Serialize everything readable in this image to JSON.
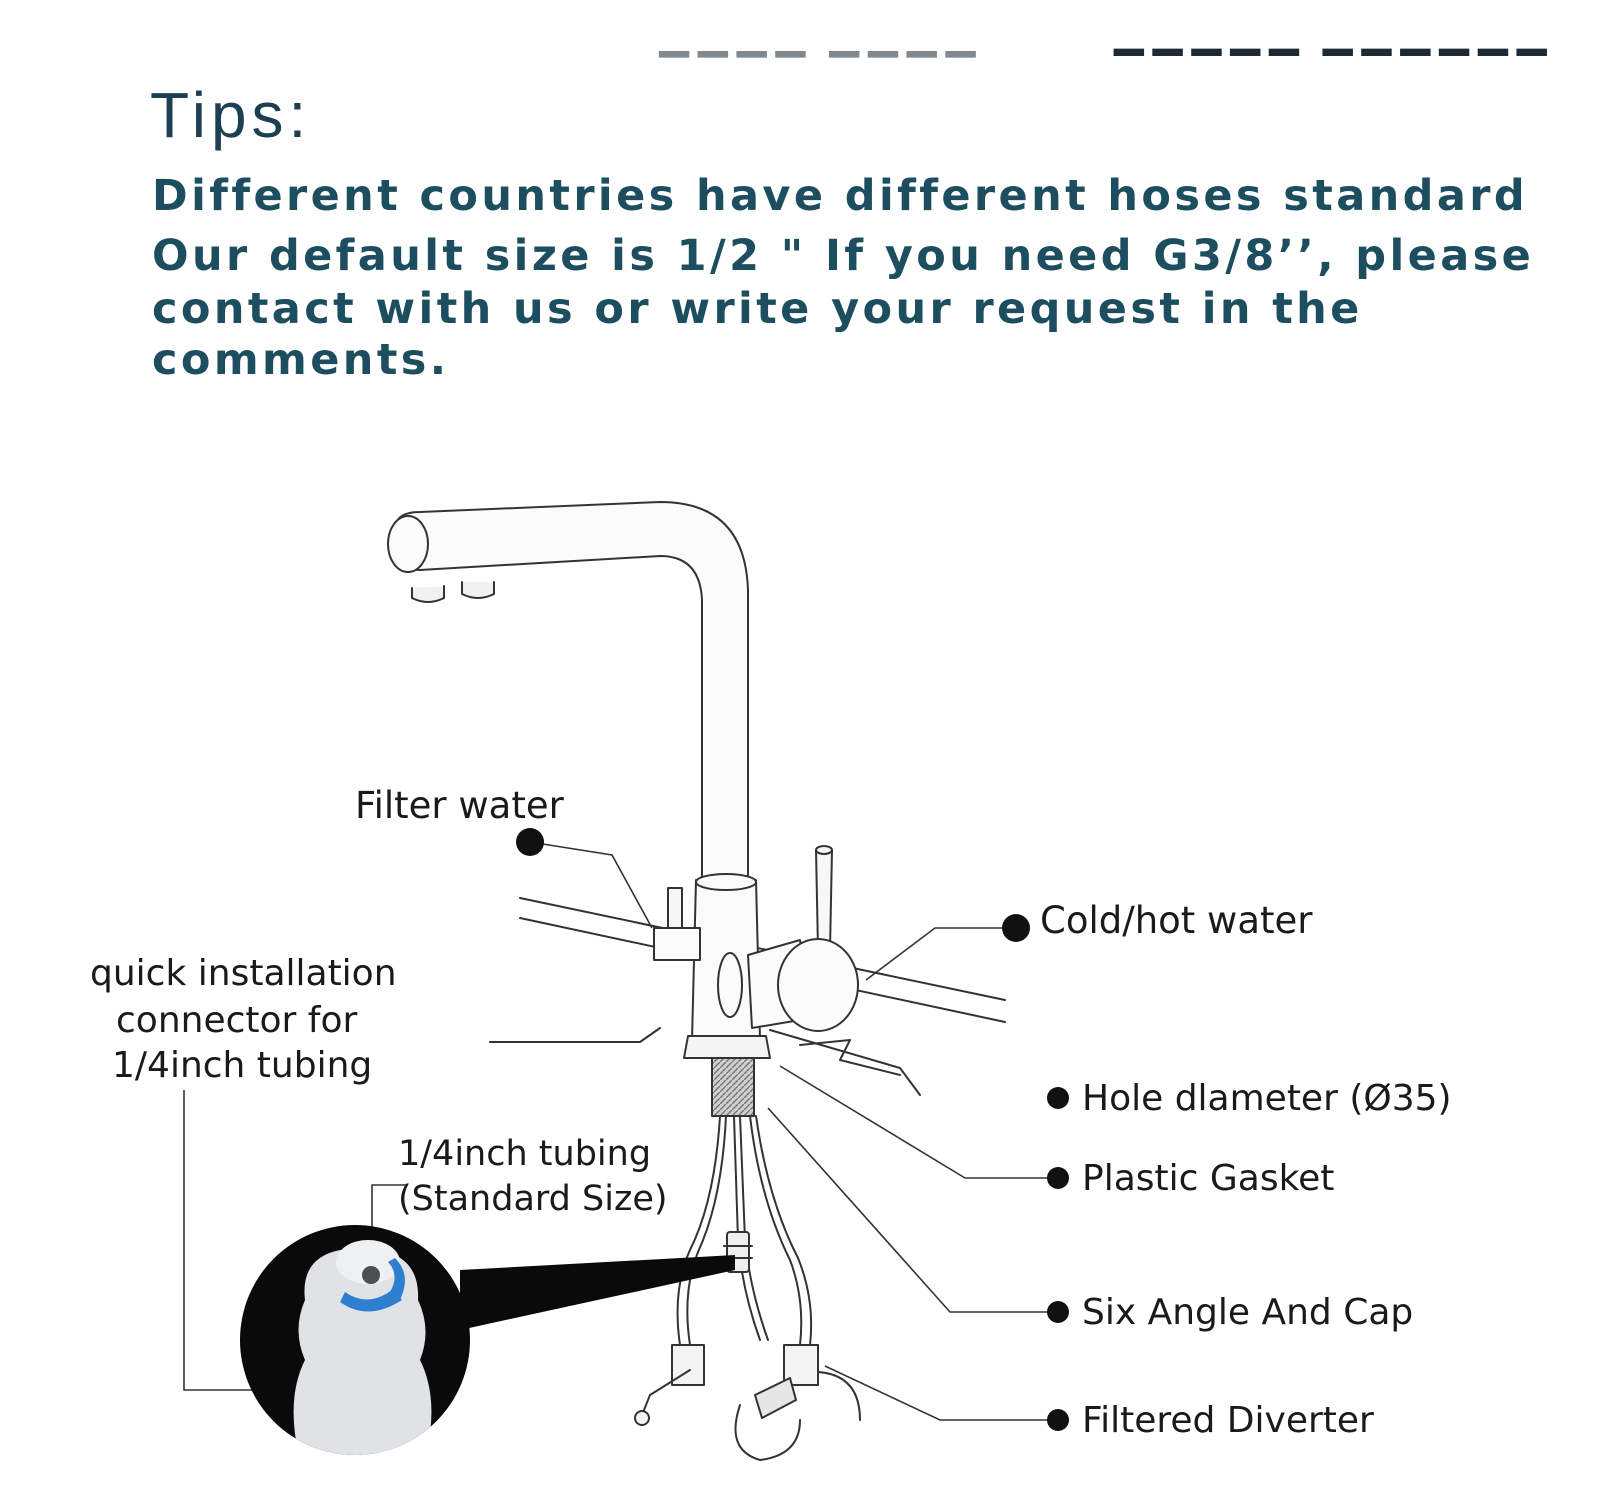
{
  "tips": {
    "title": "Tips:",
    "lines": [
      "Different countries have different hoses standard",
      "Our default size is 1/2 \" If you need G3/8’’, please",
      "contact with us or write your request in the",
      "comments."
    ]
  },
  "diagram": {
    "labels": {
      "filter_water": "Filter water",
      "cold_hot_water": "Cold/hot water",
      "quick_connector": [
        "quick installation",
        "connector for",
        "1/4inch tubing"
      ],
      "tubing": [
        "1/4inch tubing",
        "(Standard Size)"
      ],
      "hole_diameter": "Hole dlameter (Ø35)",
      "plastic_gasket": "Plastic Gasket",
      "six_angle_cap": "Six Angle And Cap",
      "filtered_diverter": "Filtered Diverter"
    },
    "colors": {
      "line": "#333333",
      "fitting_accent": "#2f7fd1",
      "inset_bg": "#0a0a0a"
    }
  }
}
